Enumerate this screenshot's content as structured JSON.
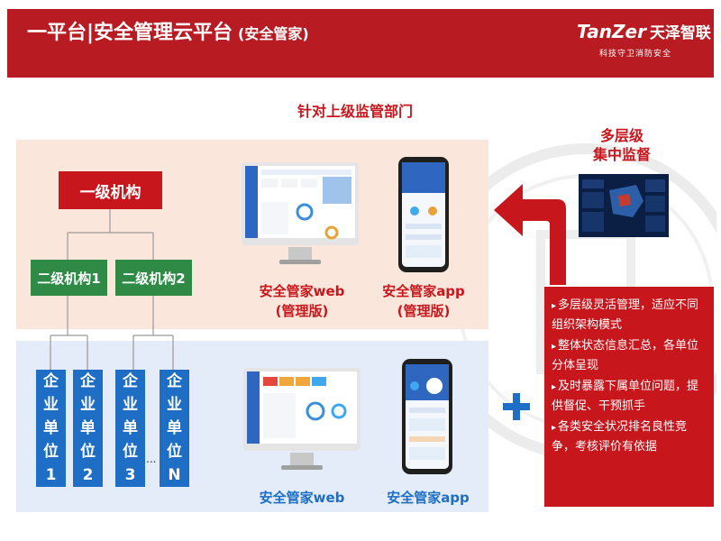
{
  "header": {
    "title": "一平台|安全管理云平台",
    "subtitle": "(安全管家)",
    "brand": "TanZer",
    "brand_cn": "天泽智联",
    "slogan": "科技守卫消防安全"
  },
  "top_section": {
    "label": "针对上级监管部门",
    "org_top": "一级机构",
    "org_second": [
      "二级机构1",
      "二级机构2"
    ],
    "web_label": [
      "安全管家web",
      "(管理版)"
    ],
    "app_label": [
      "安全管家app",
      "(管理版)"
    ]
  },
  "bottom_section": {
    "units": [
      [
        "企",
        "业",
        "单",
        "位",
        "1"
      ],
      [
        "企",
        "业",
        "单",
        "位",
        "2"
      ],
      [
        "企",
        "业",
        "单",
        "位",
        "3"
      ],
      [
        "企",
        "业",
        "单",
        "位",
        "N"
      ]
    ],
    "ellipsis": "...",
    "web_label": "安全管家web",
    "app_label": "安全管家app"
  },
  "right_panel": {
    "heading": [
      "多层级",
      "集中监督"
    ],
    "benefits": [
      "多层级灵活管理，适应不同组织架构模式",
      "整体状态信息汇总，各单位分体呈现",
      "及时暴露下属单位问题，提供督促、干预抓手",
      "各类安全状况排名良性竞争，考核评价有依据"
    ]
  },
  "colors": {
    "brand_red": "#c8161d",
    "header_red": "#b81c22",
    "org_green": "#2e8a45",
    "unit_blue": "#1f6ec5",
    "top_panel_bg": "#fae6db",
    "bottom_panel_bg": "#e3ecf8"
  },
  "icons": [
    "monitor-icon",
    "phone-icon",
    "plus-icon",
    "curved-arrow-icon",
    "seal-watermark"
  ]
}
